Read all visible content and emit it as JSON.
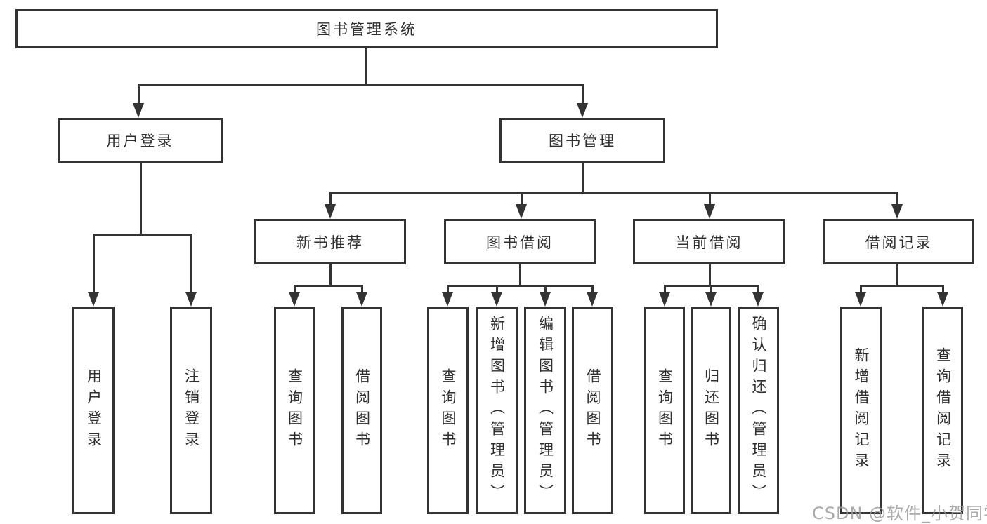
{
  "diagram": {
    "root": {
      "label": "图书管理系统"
    },
    "level2": [
      {
        "label": "用户登录",
        "children": [
          {
            "label": "用户登录"
          },
          {
            "label": "注销登录"
          }
        ]
      },
      {
        "label": "图书管理"
      }
    ],
    "level3": [
      {
        "label": "新书推荐",
        "children": [
          {
            "label": "查询图书"
          },
          {
            "label": "借阅图书"
          }
        ]
      },
      {
        "label": "图书借阅",
        "children": [
          {
            "label": "查询图书"
          },
          {
            "label": "新增图书（管理员）"
          },
          {
            "label": "编辑图书（管理员）"
          },
          {
            "label": "借阅图书"
          }
        ]
      },
      {
        "label": "当前借阅",
        "children": [
          {
            "label": "查询图书"
          },
          {
            "label": "归还图书"
          },
          {
            "label": "确认归还（管理员）"
          }
        ]
      },
      {
        "label": "借阅记录",
        "children": [
          {
            "label": "新增借阅记录"
          },
          {
            "label": "查询借阅记录"
          }
        ]
      }
    ],
    "watermark": "CSDN @软件_小贺同学"
  },
  "colors": {
    "line": "#333333",
    "border": "#333333",
    "background": "#ffffff",
    "text": "#2f2f2f",
    "watermark": "#9c9c9c"
  }
}
